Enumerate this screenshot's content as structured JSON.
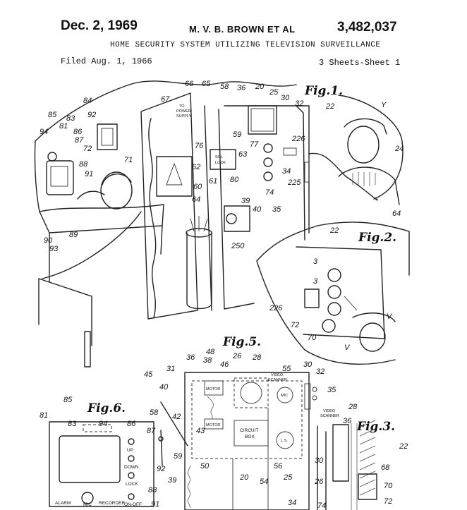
{
  "header": {
    "date": "Dec. 2, 1969",
    "inventor": "M. V. B. BROWN ET AL",
    "patent_number": "3,482,037",
    "title": "HOME SECURITY SYSTEM UTILIZING TELEVISION SURVEILLANCE",
    "filed": "Filed Aug. 1, 1966",
    "sheets": "3 Sheets-Sheet 1"
  },
  "figures": {
    "fig1": {
      "label": "Fig.1."
    },
    "fig2": {
      "label": "Fig.2."
    },
    "fig3": {
      "label": "Fig.3."
    },
    "fig5": {
      "label": "Fig.5."
    },
    "fig6": {
      "label": "Fig.6."
    }
  },
  "fig1_text": {
    "power_supply": [
      "TO",
      "POWER",
      "SUPPLY"
    ],
    "sol_lock": [
      "SOL",
      "LOCK"
    ]
  },
  "fig5_text": {
    "motor_top": "MOTOR",
    "motor_bottom": "MOTOR",
    "video_scanner": [
      "VIDEO",
      "SCANNER"
    ],
    "mic": "MIC",
    "circuit_box": [
      "CIRCUIT",
      "BOX"
    ],
    "ls": "L.S."
  },
  "fig3_text": {
    "video_scanner": [
      "VIDEO",
      "SCANNER"
    ]
  },
  "fig6_text": {
    "up": "UP",
    "down": "DOWN",
    "lock": "LOCK",
    "alarm": "ALARM",
    "mic": "MIC",
    "recorder": "RECORDER",
    "on_off": "ON-OFF"
  },
  "reference_numerals": {
    "fig1": [
      "84",
      "85",
      "83",
      "94",
      "81",
      "86",
      "87",
      "92",
      "88",
      "72",
      "91",
      "71",
      "90",
      "93",
      "89",
      "67",
      "66",
      "65",
      "58",
      "36",
      "20",
      "25",
      "30",
      "32",
      "22",
      "Y",
      "24",
      "59",
      "226",
      "77",
      "76",
      "63",
      "62",
      "61",
      "60",
      "64",
      "34",
      "225",
      "80",
      "74",
      "39",
      "40",
      "35",
      "250"
    ],
    "fig2": [
      "64",
      "22",
      "3",
      "3",
      "226",
      "72",
      "70",
      "V",
      "V"
    ],
    "fig5": [
      "36",
      "48",
      "26",
      "28",
      "55",
      "30",
      "32",
      "45",
      "31",
      "38",
      "46",
      "40",
      "35",
      "42",
      "43",
      "50",
      "20",
      "54",
      "56",
      "25"
    ],
    "fig6": [
      "85",
      "81",
      "83",
      "94",
      "86",
      "87",
      "58",
      "92",
      "59",
      "88",
      "91",
      "39"
    ],
    "fig3": [
      "28",
      "36",
      "22",
      "30",
      "26",
      "68",
      "70",
      "72",
      "34",
      "74"
    ]
  }
}
